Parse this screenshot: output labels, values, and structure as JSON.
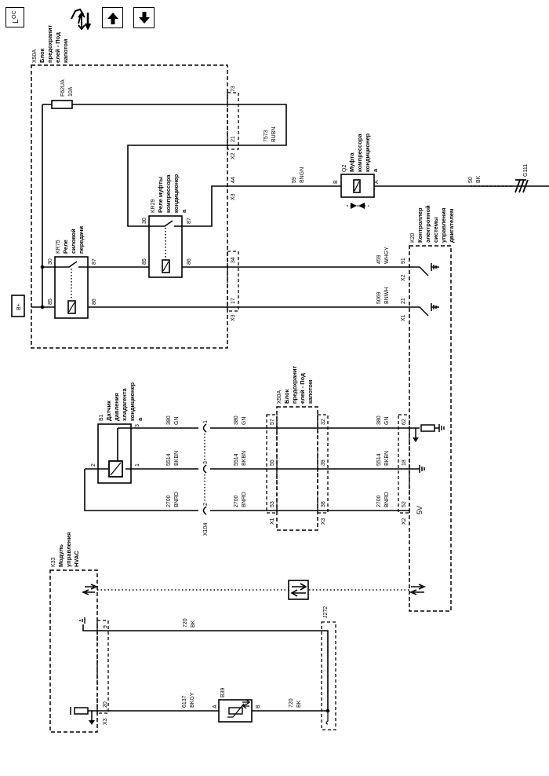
{
  "toolbar": {
    "loc_button": "LOC",
    "buttons": [
      {
        "icon": "loc-icon",
        "label": "LOC"
      },
      {
        "icon": "connector-view-icon",
        "label": ""
      },
      {
        "icon": "arrow-up-icon",
        "label": "↑"
      },
      {
        "icon": "arrow-down-icon",
        "label": "↓"
      }
    ]
  },
  "components": {
    "x50a_top": {
      "id": "X50A",
      "name": "Блок предохранит елей - Под капотом",
      "lines": [
        "X50A",
        "Блок",
        "предохранит",
        "елей - Под",
        "капотом"
      ]
    },
    "x50a_bottom": {
      "id": "X50A",
      "lines": [
        "X50A",
        "Блок",
        "предохранит",
        "елей - Под",
        "капотом"
      ]
    },
    "fuse": {
      "id": "F62UA",
      "rating": "10A"
    },
    "kr29": {
      "id": "KR29",
      "lines": [
        "Реле муфты",
        "компрессора",
        "кондиционер",
        "а"
      ],
      "pins": [
        "30",
        "87",
        "85",
        "86"
      ]
    },
    "kr75": {
      "id": "KR75",
      "lines": [
        "Реле",
        "силовой",
        "передачи"
      ],
      "pins": [
        "30",
        "87",
        "85",
        "86"
      ]
    },
    "q2": {
      "id": "Q2",
      "lines": [
        "Муфта",
        "компрессора",
        "кондиционер",
        "а"
      ],
      "pins": [
        "B",
        "A"
      ]
    },
    "g111": {
      "id": "G111"
    },
    "k20": {
      "id": "K20",
      "lines": [
        "Контроллер",
        "электронной",
        "системы",
        "управления",
        "двигателем"
      ]
    },
    "b1": {
      "id": "B1",
      "lines": [
        "Датчик",
        "давления",
        "хладагента",
        "кондиционер",
        "а"
      ],
      "pins": [
        "3",
        "1",
        "2"
      ]
    },
    "x104": {
      "id": "X104",
      "pins": [
        "1",
        "3",
        "2"
      ]
    },
    "k33": {
      "id": "K33",
      "lines": [
        "Модуль",
        "управления",
        "HVAC"
      ]
    },
    "b39": {
      "id": "B39",
      "pins": [
        "A",
        "B"
      ]
    },
    "j272": {
      "id": "J272"
    },
    "bplus": {
      "label": "B+"
    },
    "five_v": {
      "label": "5V"
    }
  },
  "connectors": {
    "x50a_top_x2": {
      "name": "X2",
      "pins": [
        "73",
        "21"
      ]
    },
    "x50a_top_x3a": {
      "name": "X3",
      "pins": [
        "44"
      ]
    },
    "x50a_top_x3b": {
      "name": "X3",
      "pins": [
        "34",
        "17"
      ]
    },
    "k20_x2": {
      "name": "X2",
      "pins": [
        "91"
      ]
    },
    "k20_x1": {
      "name": "X1",
      "pins": [
        "21"
      ]
    },
    "x50a_bot_x1": {
      "name": "X1",
      "pins": [
        "57",
        "55",
        "53"
      ]
    },
    "x50a_bot_x3": {
      "name": "X3",
      "pins": [
        "32",
        "39",
        "38"
      ]
    },
    "k20_lower_x2": {
      "name": "X2",
      "pins": [
        "62",
        "18",
        "52"
      ]
    },
    "k33_x3": {
      "name": "X3",
      "pins": [
        "9",
        "20"
      ]
    }
  },
  "wires": [
    {
      "circuit": "7573",
      "color": "BUBN"
    },
    {
      "circuit": "59",
      "color": "BNGN"
    },
    {
      "circuit": "50",
      "color": "BK"
    },
    {
      "circuit": "459",
      "color": "WHGY"
    },
    {
      "circuit": "5069",
      "color": "BNWH"
    },
    {
      "circuit": "380",
      "color": "GN"
    },
    {
      "circuit": "5514",
      "color": "BKBN"
    },
    {
      "circuit": "2700",
      "color": "BNRD"
    },
    {
      "circuit": "720",
      "color": "BK"
    },
    {
      "circuit": "6137",
      "color": "BKGY"
    }
  ]
}
